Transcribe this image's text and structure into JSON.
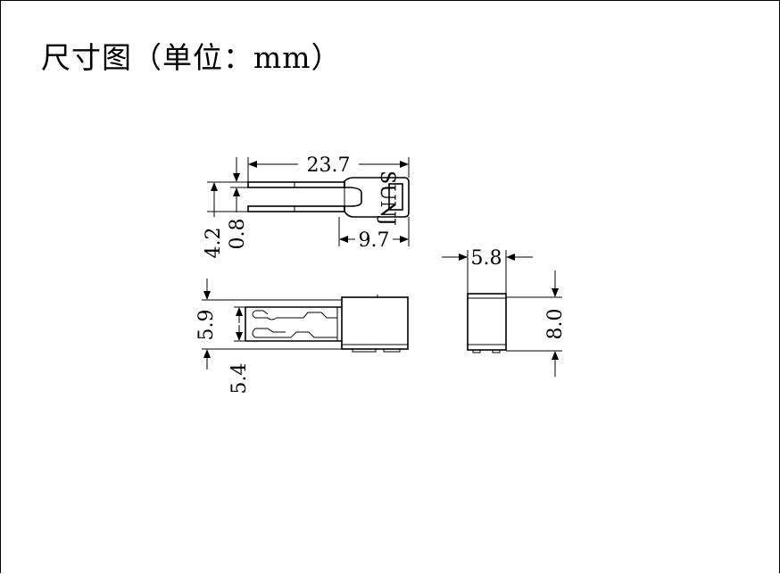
{
  "title": "尺寸图（单位：mm）",
  "dimensions": {
    "total_length": "23.7",
    "head_length": "9.7",
    "height_top": "4.2",
    "slot_width": "0.8",
    "side_height": "5.9",
    "side_blade": "5.4",
    "width": "5.8",
    "end_height": "8.0"
  },
  "logo_text": "SUNJ"
}
